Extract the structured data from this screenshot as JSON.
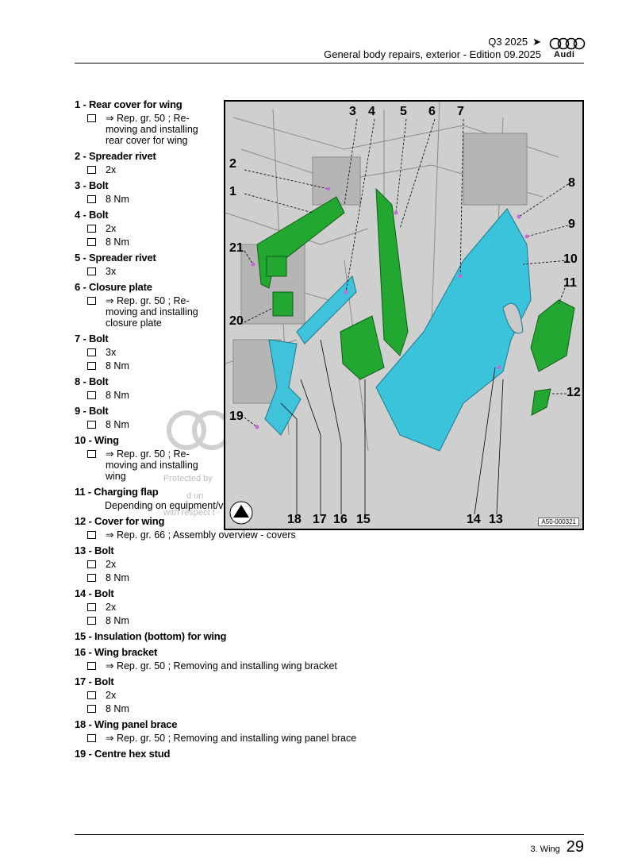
{
  "header": {
    "model": "Q3 2025",
    "arrow": "➤",
    "subtitle": "General body repairs, exterior - Edition 09.2025",
    "brand": "Audi"
  },
  "footer": {
    "section": "3. Wing",
    "page": "29"
  },
  "figure": {
    "code": "A50-000321",
    "callouts": [
      "1",
      "2",
      "3",
      "4",
      "5",
      "6",
      "7",
      "8",
      "9",
      "10",
      "11",
      "12",
      "13",
      "14",
      "15",
      "16",
      "17",
      "18",
      "19",
      "20",
      "21"
    ]
  },
  "watermark": {
    "line1": "Protected by",
    "line2": "d un",
    "line3": "with respect t"
  },
  "items": [
    {
      "title": "1 - Rear cover for wing",
      "subs": [
        "⇒ Rep. gr.  50 ; Re-moving and installing rear cover for wing"
      ]
    },
    {
      "title": "2 - Spreader rivet",
      "subs": [
        "2x"
      ]
    },
    {
      "title": "3 - Bolt",
      "subs": [
        "8 Nm"
      ]
    },
    {
      "title": "4 - Bolt",
      "subs": [
        "2x",
        "8 Nm"
      ]
    },
    {
      "title": "5 - Spreader rivet",
      "subs": [
        "3x"
      ]
    },
    {
      "title": "6 - Closure plate",
      "subs": [
        "⇒ Rep. gr.  50 ; Re-moving and installing closure plate"
      ]
    },
    {
      "title": "7 - Bolt",
      "subs": [
        "3x",
        "8 Nm"
      ]
    },
    {
      "title": "8 - Bolt",
      "subs": [
        "8 Nm"
      ]
    },
    {
      "title": "9 - Bolt",
      "subs": [
        "8 Nm"
      ]
    },
    {
      "title": "10 - Wing",
      "subs": [
        "⇒ Rep. gr.  50 ; Re-moving and installing wing"
      ]
    },
    {
      "title": "11 - Charging flap",
      "plain": "Depending on equipment/vehicle version"
    },
    {
      "title": "12 - Cover for wing",
      "subs": [
        "⇒ Rep. gr.  66 ; Assembly overview - covers"
      ]
    },
    {
      "title": "13 - Bolt",
      "subs": [
        "2x",
        "8 Nm"
      ]
    },
    {
      "title": "14 - Bolt",
      "subs": [
        "2x",
        "8 Nm"
      ]
    },
    {
      "title": "15 - Insulation (bottom) for wing"
    },
    {
      "title": "16 - Wing bracket",
      "subs": [
        "⇒ Rep. gr.  50 ; Removing and installing wing bracket"
      ]
    },
    {
      "title": "17 - Bolt",
      "subs": [
        "2x",
        "8 Nm"
      ]
    },
    {
      "title": "18 - Wing panel brace",
      "subs": [
        "⇒ Rep. gr.  50 ; Removing and installing wing panel brace"
      ]
    },
    {
      "title": "19 - Centre hex stud"
    }
  ]
}
